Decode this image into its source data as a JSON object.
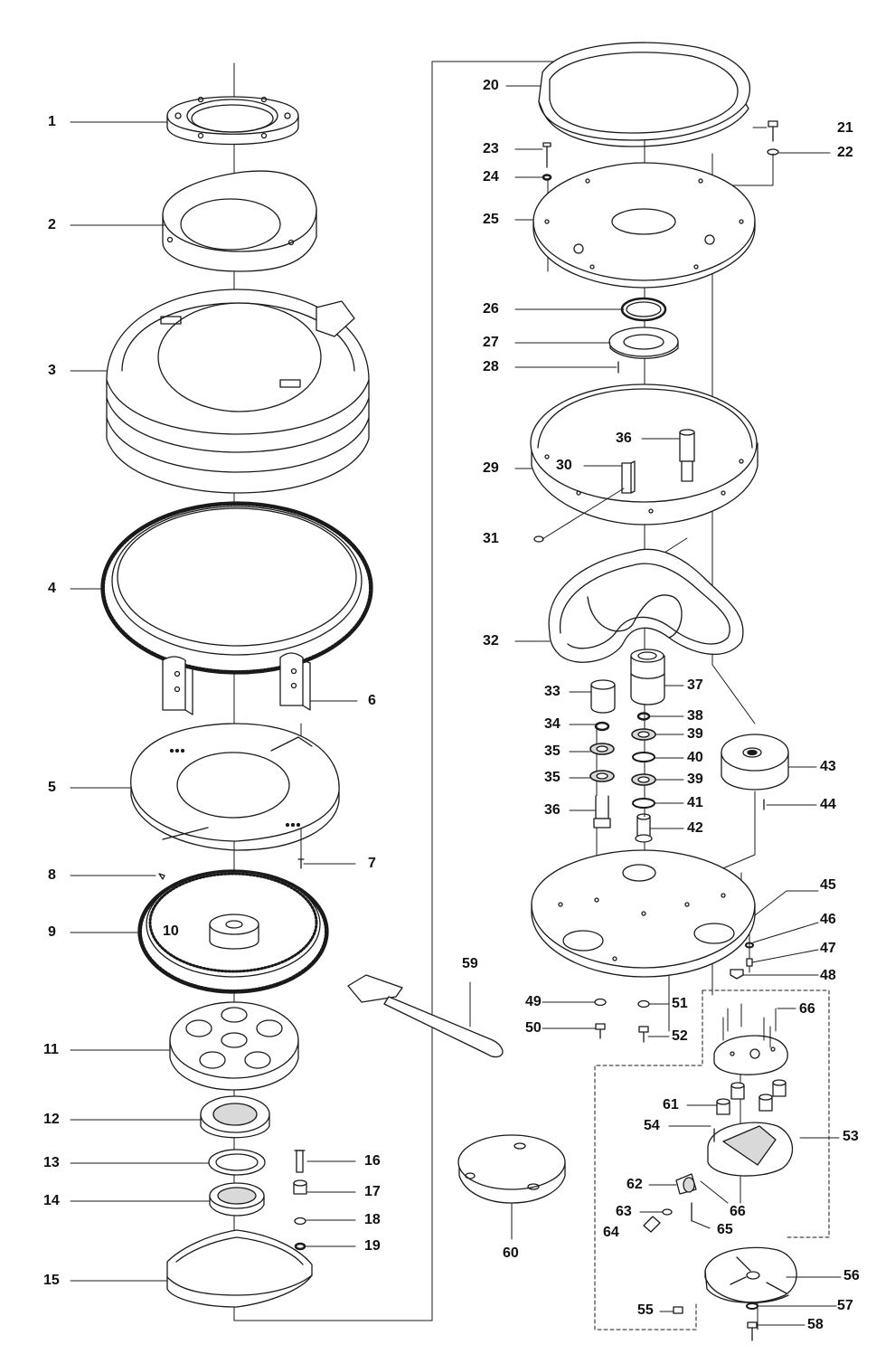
{
  "diagram": {
    "kind": "exploded-parts-diagram",
    "colors": {
      "line": "#1a1a1a",
      "part_fill": "#ffffff",
      "shade": "#d9d9d9",
      "label": "#111111"
    },
    "callouts": [
      {
        "id": "p1",
        "label": "1"
      },
      {
        "id": "p2",
        "label": "2"
      },
      {
        "id": "p3",
        "label": "3"
      },
      {
        "id": "p4",
        "label": "4"
      },
      {
        "id": "p5",
        "label": "5"
      },
      {
        "id": "p6",
        "label": "6"
      },
      {
        "id": "p7",
        "label": "7"
      },
      {
        "id": "p8",
        "label": "8"
      },
      {
        "id": "p9",
        "label": "9"
      },
      {
        "id": "p10",
        "label": "10"
      },
      {
        "id": "p11",
        "label": "11"
      },
      {
        "id": "p12",
        "label": "12"
      },
      {
        "id": "p13",
        "label": "13"
      },
      {
        "id": "p14",
        "label": "14"
      },
      {
        "id": "p15",
        "label": "15"
      },
      {
        "id": "p16",
        "label": "16"
      },
      {
        "id": "p17",
        "label": "17"
      },
      {
        "id": "p18",
        "label": "18"
      },
      {
        "id": "p19",
        "label": "19"
      },
      {
        "id": "p20",
        "label": "20"
      },
      {
        "id": "p21",
        "label": "21"
      },
      {
        "id": "p22",
        "label": "22"
      },
      {
        "id": "p23",
        "label": "23"
      },
      {
        "id": "p24",
        "label": "24"
      },
      {
        "id": "p25",
        "label": "25"
      },
      {
        "id": "p26",
        "label": "26"
      },
      {
        "id": "p27",
        "label": "27"
      },
      {
        "id": "p28",
        "label": "28"
      },
      {
        "id": "p29",
        "label": "29"
      },
      {
        "id": "p30",
        "label": "30"
      },
      {
        "id": "p31",
        "label": "31"
      },
      {
        "id": "p32",
        "label": "32"
      },
      {
        "id": "p33",
        "label": "33"
      },
      {
        "id": "p34",
        "label": "34"
      },
      {
        "id": "p35a",
        "label": "35"
      },
      {
        "id": "p35b",
        "label": "35"
      },
      {
        "id": "p36a",
        "label": "36"
      },
      {
        "id": "p36b",
        "label": "36"
      },
      {
        "id": "p37",
        "label": "37"
      },
      {
        "id": "p38",
        "label": "38"
      },
      {
        "id": "p39a",
        "label": "39"
      },
      {
        "id": "p39b",
        "label": "39"
      },
      {
        "id": "p40",
        "label": "40"
      },
      {
        "id": "p41",
        "label": "41"
      },
      {
        "id": "p42",
        "label": "42"
      },
      {
        "id": "p43",
        "label": "43"
      },
      {
        "id": "p44",
        "label": "44"
      },
      {
        "id": "p45",
        "label": "45"
      },
      {
        "id": "p46",
        "label": "46"
      },
      {
        "id": "p47",
        "label": "47"
      },
      {
        "id": "p48",
        "label": "48"
      },
      {
        "id": "p49",
        "label": "49"
      },
      {
        "id": "p50",
        "label": "50"
      },
      {
        "id": "p51",
        "label": "51"
      },
      {
        "id": "p52",
        "label": "52"
      },
      {
        "id": "p53",
        "label": "53"
      },
      {
        "id": "p54",
        "label": "54"
      },
      {
        "id": "p55",
        "label": "55"
      },
      {
        "id": "p56",
        "label": "56"
      },
      {
        "id": "p57",
        "label": "57"
      },
      {
        "id": "p58",
        "label": "58"
      },
      {
        "id": "p59",
        "label": "59"
      },
      {
        "id": "p60",
        "label": "60"
      },
      {
        "id": "p61",
        "label": "61"
      },
      {
        "id": "p62",
        "label": "62"
      },
      {
        "id": "p63",
        "label": "63"
      },
      {
        "id": "p64",
        "label": "64"
      },
      {
        "id": "p65",
        "label": "65"
      },
      {
        "id": "p66a",
        "label": "66"
      },
      {
        "id": "p66b",
        "label": "66"
      }
    ]
  }
}
